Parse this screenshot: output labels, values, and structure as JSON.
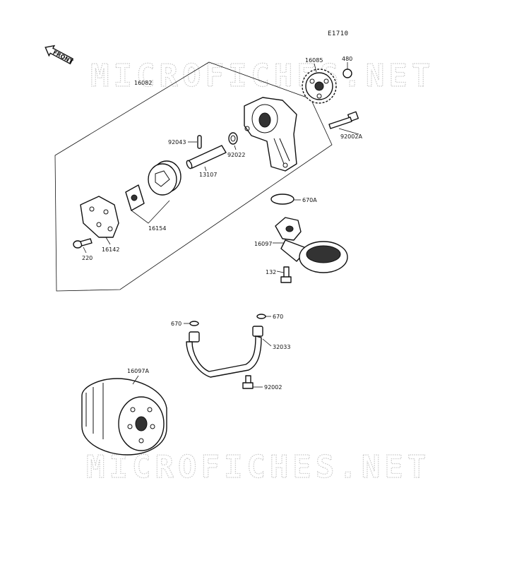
{
  "diagram_code": "E1710",
  "front_label": "FRONT",
  "watermarks": [
    "MICROFICHES.NET",
    "MICROFICHES.NET"
  ],
  "parts": [
    {
      "id": "p16082",
      "label": "16082"
    },
    {
      "id": "p16085",
      "label": "16085"
    },
    {
      "id": "p480",
      "label": "480"
    },
    {
      "id": "p92002A",
      "label": "92002A"
    },
    {
      "id": "p92043",
      "label": "92043"
    },
    {
      "id": "p92022",
      "label": "92022"
    },
    {
      "id": "p13107",
      "label": "13107"
    },
    {
      "id": "p16154",
      "label": "16154"
    },
    {
      "id": "p16142",
      "label": "16142"
    },
    {
      "id": "p220",
      "label": "220"
    },
    {
      "id": "p670A",
      "label": "670A"
    },
    {
      "id": "p16097",
      "label": "16097"
    },
    {
      "id": "p132",
      "label": "132"
    },
    {
      "id": "p670a",
      "label": "670"
    },
    {
      "id": "p670b",
      "label": "670"
    },
    {
      "id": "p32033",
      "label": "32033"
    },
    {
      "id": "p92002",
      "label": "92002"
    },
    {
      "id": "p16097A",
      "label": "16097A"
    }
  ]
}
